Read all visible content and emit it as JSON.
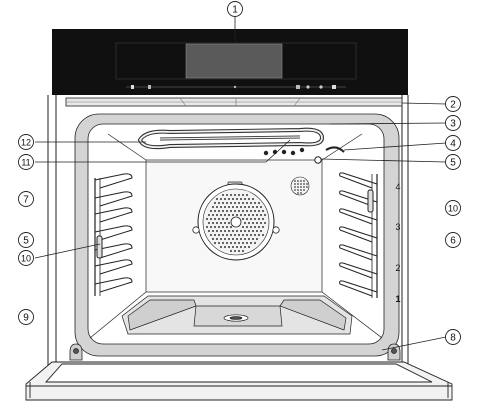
{
  "callouts": [
    "1",
    "2",
    "3",
    "4",
    "5",
    "6",
    "7",
    "8",
    "9",
    "10",
    "10",
    "11",
    "12"
  ],
  "level_labels": [
    "4",
    "3",
    "2",
    "1"
  ]
}
